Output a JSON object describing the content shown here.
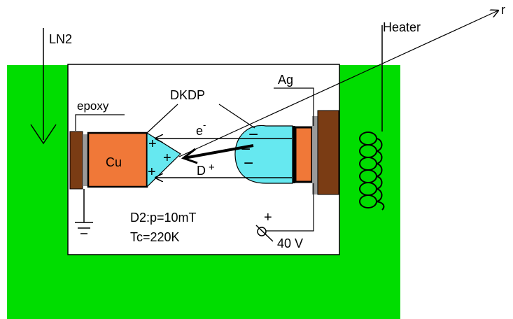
{
  "labels": {
    "ln2": "LN2",
    "heater": "Heater",
    "r": "r",
    "epoxy": "epoxy",
    "dkdp": "DKDP",
    "ag": "Ag",
    "cu": "Cu",
    "electron": "e",
    "electron_sup": "-",
    "deuteron": "D",
    "deuteron_sup": "+",
    "pressure": "D2:p=10mT",
    "tc": "Tc=220K",
    "voltage": "40 V",
    "voltage_sign": "+"
  },
  "signs": {
    "plus": "+",
    "minus": "−"
  },
  "colors": {
    "ln2_bath": "#00dd00",
    "copper": "#f07838",
    "crystal": "#66e8f0",
    "epoxy": "#7a3c14",
    "gap": "#9a9a9a",
    "background": "#ffffff",
    "line": "#000000"
  }
}
